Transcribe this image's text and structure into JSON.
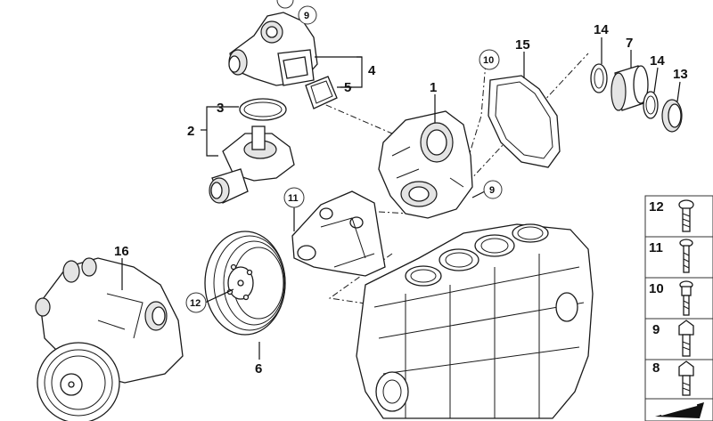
{
  "callouts": {
    "c1": "1",
    "c2": "2",
    "c3": "3",
    "c4": "4",
    "c5": "5",
    "c6": "6",
    "c7": "7",
    "c9_top": "9",
    "c9_right": "9",
    "c10": "10",
    "c11": "11",
    "c12": "12",
    "c13": "13",
    "c14_a": "14",
    "c14_b": "14",
    "c15": "15",
    "c16": "16"
  },
  "fastener_panel": {
    "items": [
      {
        "label": "12"
      },
      {
        "label": "11"
      },
      {
        "label": "10"
      },
      {
        "label": "9"
      },
      {
        "label": "8"
      }
    ]
  },
  "icons": {
    "footer": "arrow-icon"
  }
}
